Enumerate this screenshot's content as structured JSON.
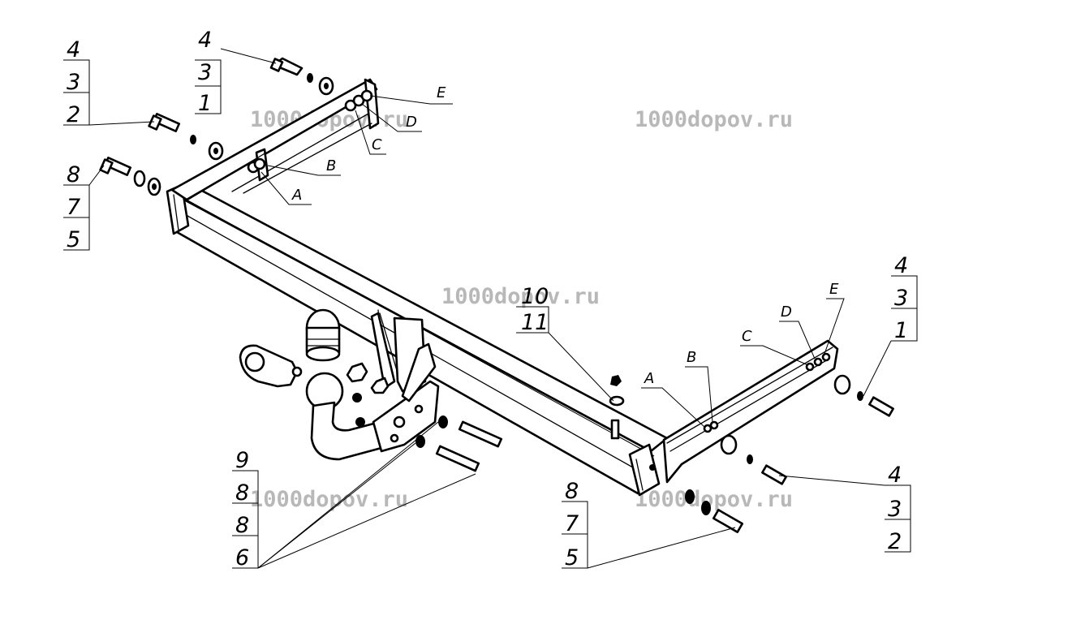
{
  "watermark": "1000dopov.ru",
  "callouts": {
    "top_left_stack": [
      "4",
      "3",
      "2"
    ],
    "top_middle_stack": [
      "4",
      "3",
      "1"
    ],
    "left_lower_stack": [
      "8",
      "7",
      "5"
    ],
    "bottom_left_stack": [
      "9",
      "8",
      "8",
      "6"
    ],
    "center_stack": [
      "10",
      "11"
    ],
    "bottom_center_stack": [
      "8",
      "7",
      "5"
    ],
    "right_upper_stack": [
      "4",
      "3",
      "1"
    ],
    "right_lower_stack": [
      "4",
      "3",
      "2"
    ]
  },
  "hole_labels_left": [
    "A",
    "B",
    "C",
    "D",
    "E"
  ],
  "hole_labels_right": [
    "A",
    "B",
    "C",
    "D",
    "E"
  ]
}
